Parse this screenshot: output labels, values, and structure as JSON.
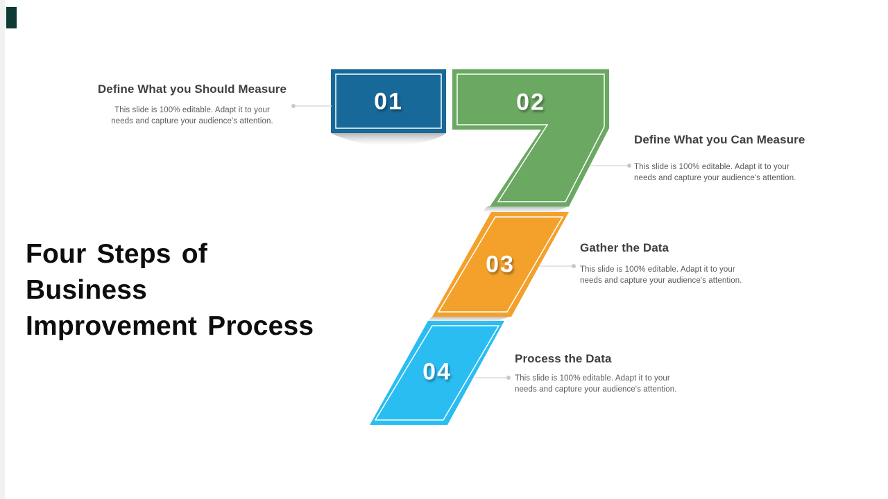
{
  "slide": {
    "title": "Four Steps of Business\nImprovement Process",
    "accent_color": "#0F3A34",
    "edge_strip_color": "#F1F1F1",
    "connector_line_color": "#DCDCDC",
    "connector_dot_color": "#C8C8C8",
    "heading_color": "#3F3F3F",
    "body_text_color": "#5A5A5A",
    "title_color": "#0D0D0D"
  },
  "steps": [
    {
      "number": "01",
      "heading": "Define What you Should Measure",
      "description": "This slide is 100% editable. Adapt it to your\nneeds and capture your audience's attention.",
      "color": "#17699A"
    },
    {
      "number": "02",
      "heading": "Define What you Can Measure",
      "description": "This slide is 100% editable. Adapt it to your\nneeds and capture your audience's attention.",
      "color": "#6BA862"
    },
    {
      "number": "03",
      "heading": "Gather the Data",
      "description": "This slide is 100% editable. Adapt it to your\nneeds and capture your audience's attention.",
      "color": "#F3A12B"
    },
    {
      "number": "04",
      "heading": "Process the Data",
      "description": "This slide is 100% editable. Adapt it to your\nneeds and capture your audience's attention.",
      "color": "#29BDF2"
    }
  ]
}
